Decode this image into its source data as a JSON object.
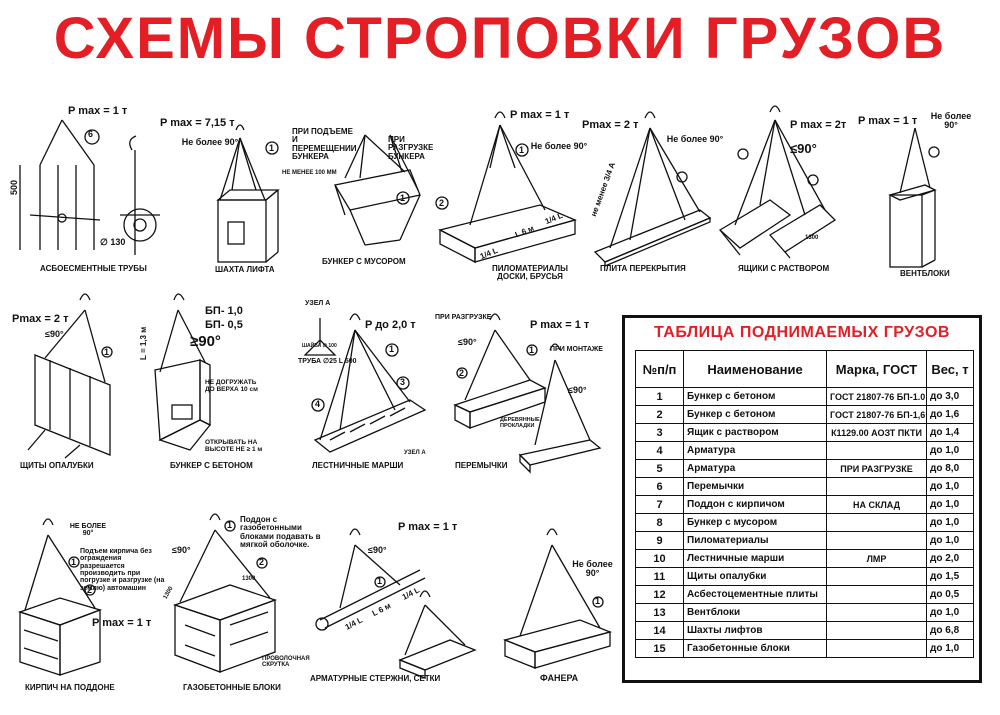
{
  "title": "СХЕМЫ СТРОПОВКИ ГРУЗОВ",
  "diagrams": {
    "pipes": {
      "caption": "АСБОЕСМЕНТНЫЕ ТРУБЫ",
      "pmax": "P max = 1 т",
      "dim500": "500",
      "dia": "∅ 130",
      "num": "6"
    },
    "shaft": {
      "caption": "ШАХТА ЛИФТА",
      "pmax": "P max = 7,15 т",
      "note": "Не более 90°",
      "num": "1"
    },
    "bunker_trash": {
      "caption": "БУНКЕР С МУСОРОМ",
      "note1": "ПРИ ПОДЪЕМЕ И ПЕРЕМЕЩЕНИИ БУНКЕРА",
      "note2": "ПРИ РАЗГРУЗКЕ БУНКЕРА",
      "note3": "НЕ МЕНЕЕ 100 ММ",
      "num": "1"
    },
    "lumber": {
      "caption": "ПИЛОМАТЕРИАЛЫ ДОСКИ, БРУСЬЯ",
      "pmax": "P max = 1 т",
      "note": "Не более 90°",
      "num1": "1",
      "num2": "2",
      "dimA": "1/4 L",
      "dimB": "L 6 м",
      "dimC": "1/4 L"
    },
    "slab": {
      "caption": "ПЛИТА ПЕРЕКРЫТИЯ",
      "pmax": "Pmax = 2 т",
      "note": "Не более 90°",
      "dim": "не менее 3/4 А"
    },
    "boxes": {
      "caption": "ЯЩИКИ С РАСТВОРОМ",
      "pmax": "P max = 2т",
      "angle": "≤90°",
      "dim": "1300"
    },
    "ventblock": {
      "caption": "ВЕНТБЛОКИ",
      "pmax": "P max = 1 т",
      "note": "Не более 90°"
    },
    "formwork": {
      "caption": "ЩИТЫ ОПАЛУБКИ",
      "pmax": "Pmax = 2 т",
      "angle": "≤90°",
      "num": "1"
    },
    "bunker_concrete": {
      "caption": "БУНКЕР С БЕТОНОМ",
      "bp": "БП- 1,0",
      "bp2": "БП- 0,5",
      "angle": "≥90°",
      "dim": "L = 1,3 м",
      "note1": "НЕ ДОГРУЖАТЬ ДО ВЕРХА 10 см",
      "note2": "ОТКРЫВАТЬ НА ВЫСОТЕ НЕ ≥ 1 м"
    },
    "stairs": {
      "caption": "ЛЕСТНИЧНЫЕ МАРШИ",
      "pmax": "P до 2,0 т",
      "nodeA": "УЗЕЛ А",
      "pipe": "ТРУБА ∅25 L 500",
      "washer": "ШАЙБА ∅ 100",
      "n1": "1",
      "n3": "3",
      "n4": "4",
      "nodeA2": "УЗЕЛ А"
    },
    "lintels": {
      "caption": "ПЕРЕМЫЧКИ",
      "pmax": "P max = 1 т",
      "unload": "ПРИ РАЗГРУЗКЕ",
      "mount": "ПРИ МОНТАЖЕ",
      "angle": "≤90°",
      "angle2": "≤90°",
      "pads": "ДЕРЕВЯННЫЕ ПРОКЛАДКИ",
      "n1": "1",
      "n2": "2"
    },
    "bricks": {
      "caption": "КИРПИЧ НА ПОДДОНЕ",
      "pmax": "P max = 1 т",
      "note": "НЕ БОЛЕЕ 90°",
      "text": "Подъем кирпича без ограждения разрешается производить при погрузке и разгрузке (на землю) автомашин",
      "n1": "1",
      "n2": "2"
    },
    "gasblocks": {
      "caption": "ГАЗОБЕТОННЫЕ БЛОКИ",
      "angle": "≤90°",
      "text": "Поддон с газобетонными блоками подавать в мягкой оболочке.",
      "dim1": "1300",
      "dim2": "1300",
      "wire": "ПРОВОЛОЧНАЯ СКРУТКА",
      "n1": "1",
      "n2": "2"
    },
    "rebar": {
      "caption": "АРМАТУРНЫЕ СТЕРЖНИ, СЕТКИ",
      "pmax": "P max = 1 т",
      "angle": "≤90°",
      "n1": "1",
      "dimA": "1/4 L",
      "dimB": "L 6 м",
      "dimC": "1/4 L"
    },
    "plywood": {
      "caption": "ФАНЕРА",
      "note": "Не более 90°",
      "n1": "1"
    }
  },
  "table": {
    "title": "ТАБЛИЦА ПОДНИМАЕМЫХ ГРУЗОВ",
    "headers": [
      "№п/п",
      "Наименование",
      "Марка, ГОСТ",
      "Вес, т"
    ],
    "rows": [
      [
        "1",
        "Бункер с бетоном",
        "ГОСТ 21807-76 БП-1.0",
        "до 3,0"
      ],
      [
        "2",
        "Бункер с бетоном",
        "ГОСТ 21807-76 БП-1,6",
        "до 1,6"
      ],
      [
        "3",
        "Ящик с раствором",
        "К1129.00 АОЗТ ПКТИ",
        "до 1,4"
      ],
      [
        "4",
        "Арматура",
        "",
        "до 1,0"
      ],
      [
        "5",
        "Арматура",
        "ПРИ РАЗГРУЗКЕ",
        "до 8,0"
      ],
      [
        "6",
        "Перемычки",
        "",
        "до 1,0"
      ],
      [
        "7",
        "Поддон с кирпичом",
        "НА СКЛАД",
        "до 1,0"
      ],
      [
        "8",
        "Бункер с мусором",
        "",
        "до 1,0"
      ],
      [
        "9",
        "Пиломатериалы",
        "",
        "до 1,0"
      ],
      [
        "10",
        "Лестничные марши",
        "ЛМР",
        "до 2,0"
      ],
      [
        "11",
        "Щиты опалубки",
        "",
        "до 1,5"
      ],
      [
        "12",
        "Асбестоцементные плиты",
        "",
        "до 0,5"
      ],
      [
        "13",
        "Вентблоки",
        "",
        "до 1,0"
      ],
      [
        "14",
        "Шахты лифтов",
        "",
        "до 6,8"
      ],
      [
        "15",
        "Газобетонные блоки",
        "",
        "до 1,0"
      ]
    ]
  }
}
